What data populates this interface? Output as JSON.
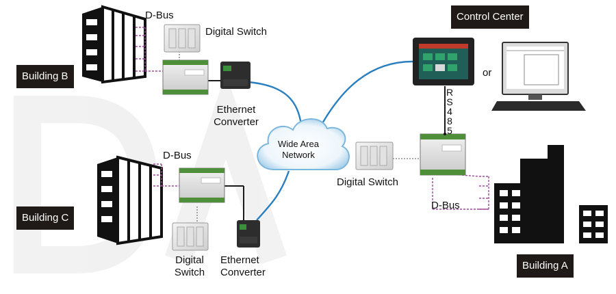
{
  "labels": {
    "control_center": "Control Center",
    "building_a": "Building A",
    "building_b": "Building B",
    "building_c": "Building C",
    "dbus_top": "D-Bus",
    "dbus_mid": "D-Bus",
    "dbus_right": "D-Bus",
    "digital_switch_top": "Digital Switch",
    "digital_switch_right": "Digital Switch",
    "digital_switch_bottom_line1": "Digital",
    "digital_switch_bottom_line2": "Switch",
    "ethernet_converter_top_line1": "Ethernet",
    "ethernet_converter_top_line2": "Converter",
    "ethernet_converter_bottom_line1": "Ethernet",
    "ethernet_converter_bottom_line2": "Converter",
    "wan_line1": "Wide Area",
    "wan_line2": "Network",
    "or": "or",
    "rs485": [
      "R",
      "S",
      "4",
      "8",
      "5"
    ]
  },
  "colors": {
    "wan_link": "#2a7fc0",
    "dbus_line": "#9b4a9b",
    "wire": "#1a1a1a",
    "tag_bg": "#1f1a17",
    "cloud_edge": "#7bb6dc"
  }
}
